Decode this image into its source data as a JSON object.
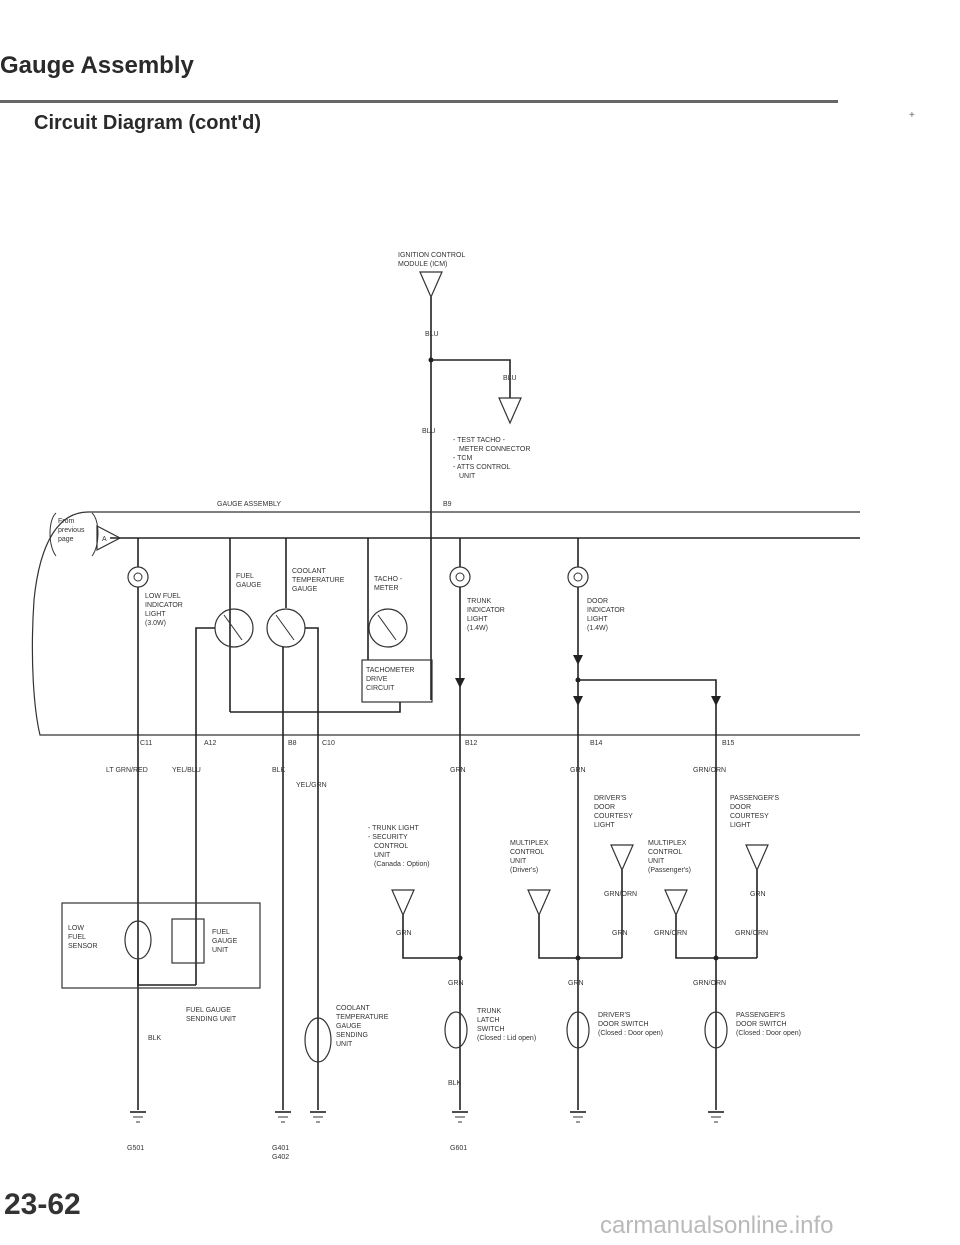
{
  "header": {
    "title": "Gauge Assembly",
    "subtitle": "Circuit Diagram (cont'd)",
    "page_number": "23-62",
    "watermark": "carmanualsonline.info",
    "bullet": "+"
  },
  "diagram": {
    "icm_label_1": "IGNITION CONTROL",
    "icm_label_2": "MODULE (ICM)",
    "blu_1": "BLU",
    "blu_2": "BLU",
    "blu_3": "BLU",
    "tacho_list_1": "- TEST TACHO -",
    "tacho_list_2": "METER CONNECTOR",
    "tacho_list_3": "- TCM",
    "tacho_list_4": "- ATTS CONTROL",
    "tacho_list_5": "UNIT",
    "gauge_assembly": "GAUGE ASSEMBLY",
    "b9": "B9",
    "from_1": "From",
    "from_2": "previous",
    "from_3": "page",
    "from_pin": "A",
    "low_fuel_1": "LOW FUEL",
    "low_fuel_2": "INDICATOR",
    "low_fuel_3": "LIGHT",
    "low_fuel_4": "(3.0W)",
    "fuel_gauge_1": "FUEL",
    "fuel_gauge_2": "GAUGE",
    "coolant_1": "COOLANT",
    "coolant_2": "TEMPERATURE",
    "coolant_3": "GAUGE",
    "tacho_1": "TACHO -",
    "tacho_2": "METER",
    "tach_drive_1": "TACHOMETER",
    "tach_drive_2": "DRIVE",
    "tach_drive_3": "CIRCUIT",
    "trunk_ind_1": "TRUNK",
    "trunk_ind_2": "INDICATOR",
    "trunk_ind_3": "LIGHT",
    "trunk_ind_4": "(1.4W)",
    "door_ind_1": "DOOR",
    "door_ind_2": "INDICATOR",
    "door_ind_3": "LIGHT",
    "door_ind_4": "(1.4W)",
    "c11": "C11",
    "a12": "A12",
    "b8": "B8",
    "c10": "C10",
    "b12": "B12",
    "b14": "B14",
    "b15": "B15",
    "lt_grn_red": "LT GRN/RED",
    "yel_blu": "YEL/BLU",
    "blk_1": "BLK",
    "yel_grn": "YEL/GRN",
    "grn_1": "GRN",
    "grn_2": "GRN",
    "grn_orn_1": "GRN/ORN",
    "trunk_sec_1": "- TRUNK LIGHT",
    "trunk_sec_2": "- SECURITY",
    "trunk_sec_3": "CONTROL",
    "trunk_sec_4": "UNIT",
    "trunk_sec_5": "(Canada : Option)",
    "grn_3": "GRN",
    "mux_drv_1": "MULTIPLEX",
    "mux_drv_2": "CONTROL",
    "mux_drv_3": "UNIT",
    "mux_drv_4": "(Driver's)",
    "drv_court_1": "DRIVER'S",
    "drv_court_2": "DOOR",
    "drv_court_3": "COURTESY",
    "drv_court_4": "LIGHT",
    "mux_pas_1": "MULTIPLEX",
    "mux_pas_2": "CONTROL",
    "mux_pas_3": "UNIT",
    "mux_pas_4": "(Passenger's)",
    "pas_court_1": "PASSENGER'S",
    "pas_court_2": "DOOR",
    "pas_court_3": "COURTESY",
    "pas_court_4": "LIGHT",
    "grn_orn_2": "GRN/ORN",
    "grn_4": "GRN",
    "grn_5": "GRN",
    "grn_orn_3": "GRN/ORN",
    "grn_orn_4": "GRN/ORN",
    "grn_6": "GRN",
    "grn_7": "GRN",
    "grn_orn_5": "GRN/ORN",
    "low_fuel_sensor_1": "LOW",
    "low_fuel_sensor_2": "FUEL",
    "low_fuel_sensor_3": "SENSOR",
    "fuel_gauge_unit_1": "FUEL",
    "fuel_gauge_unit_2": "GAUGE",
    "fuel_gauge_unit_3": "UNIT",
    "fuel_sending_1": "FUEL GAUGE",
    "fuel_sending_2": "SENDING UNIT",
    "blk_2": "BLK",
    "coolant_send_1": "COOLANT",
    "coolant_send_2": "TEMPERATURE",
    "coolant_send_3": "GAUGE",
    "coolant_send_4": "SENDING",
    "coolant_send_5": "UNIT",
    "trunk_latch_1": "TRUNK",
    "trunk_latch_2": "LATCH",
    "trunk_latch_3": "SWITCH",
    "trunk_latch_4": "(Closed : Lid open)",
    "blk_3": "BLK",
    "drv_sw_1": "DRIVER'S",
    "drv_sw_2": "DOOR SWITCH",
    "drv_sw_3": "(Closed : Door open)",
    "pas_sw_1": "PASSENGER'S",
    "pas_sw_2": "DOOR SWITCH",
    "pas_sw_3": "(Closed : Door open)",
    "g501": "G501",
    "g401": "G401",
    "g402": "G402",
    "g601": "G601"
  }
}
